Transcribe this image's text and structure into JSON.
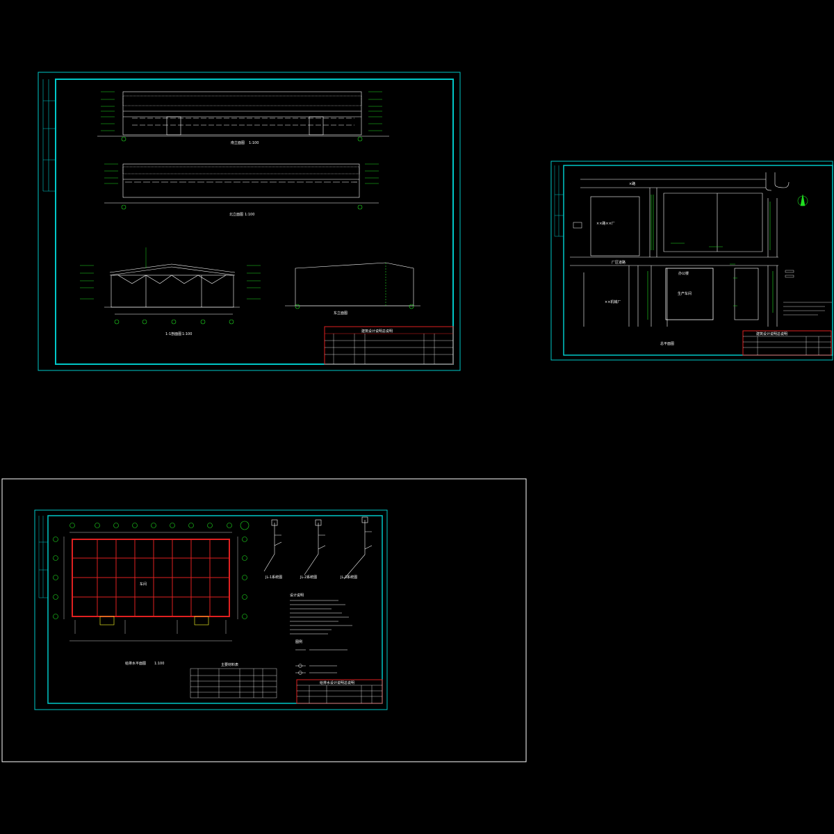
{
  "sheets": {
    "elevations": {
      "front_elevation_title": "南立面图",
      "back_elevation_title": "北立面图",
      "section_title": "1-1剖面图",
      "side_elevation_title": "东立面图",
      "scale": "1:100",
      "title_block_header": "建筑设计说明总说明"
    },
    "site_plan": {
      "title": "总平面图",
      "building_main": "生产车间",
      "building_office": "办公楼",
      "neighbor_north": "××路××厂",
      "neighbor_south": "××机械厂",
      "road_label_top": "×路",
      "road_label_mid": "厂区道路",
      "title_block_header": "建筑设计说明总说明"
    },
    "plumbing_plan": {
      "title": "给排水平面图",
      "scale": "1:100",
      "room_label": "车间",
      "system_1": "JL-1系统图",
      "system_2": "JL-2系统图",
      "system_3": "JL-3系统图",
      "notes_title": "设计说明",
      "legend_title": "图例",
      "materials_title": "主要材料表",
      "title_block_header": "给排水设计说明总说明"
    }
  }
}
